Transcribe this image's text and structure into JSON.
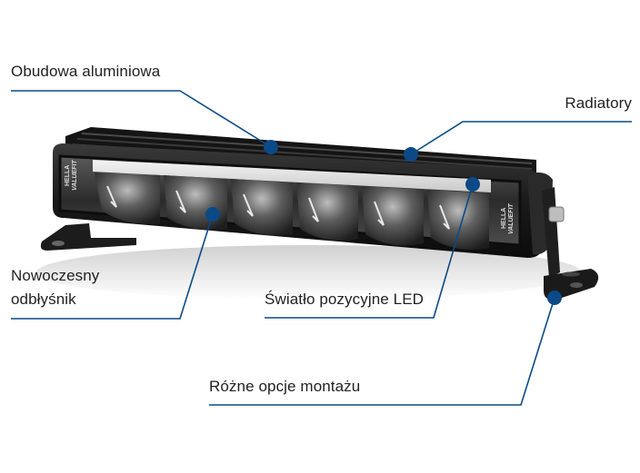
{
  "diagram": {
    "subject": "LED light bar (HELLA ValueFit)",
    "accent_color": "#0b4a86",
    "product_markings": [
      "HELLA",
      "VALUEFIT"
    ],
    "callouts": [
      {
        "id": "housing",
        "label": "Obudowa aluminiowa"
      },
      {
        "id": "heatsink",
        "label": "Radiatory"
      },
      {
        "id": "reflector",
        "label_line1": "Nowoczesny",
        "label_line2": "odbłyśnik"
      },
      {
        "id": "position-light",
        "label": "Światło pozycyjne LED"
      },
      {
        "id": "mounting",
        "label": "Różne opcje montażu"
      }
    ]
  }
}
